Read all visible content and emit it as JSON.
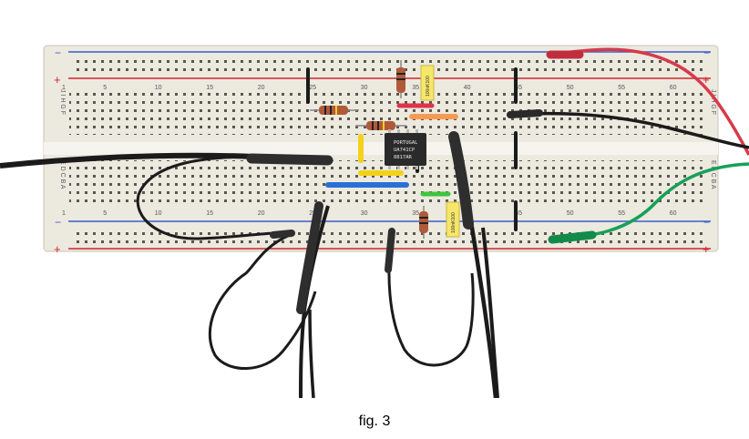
{
  "figure": {
    "caption": "fig. 3"
  },
  "breadboard": {
    "column_numbers": [
      "1",
      "5",
      "10",
      "15",
      "20",
      "25",
      "30",
      "35",
      "40",
      "45",
      "50",
      "55",
      "60"
    ],
    "top_row_letters": "J I H G F",
    "bottom_row_letters": "E D C B A",
    "rail_minus": "−",
    "rail_plus": "+"
  },
  "ic_chip": {
    "lines": [
      "PORTUGAL",
      "UA741CP",
      "8817AR"
    ]
  },
  "capacitors": [
    {
      "label": "100nK100"
    },
    {
      "label": "100nK100"
    }
  ],
  "colors": {
    "board": "#ece9df",
    "rail_blue": "#3a5fc8",
    "rail_red": "#d0262c",
    "wire_red": "#d63a4a",
    "wire_black": "#1b1b1b",
    "wire_green": "#16a058",
    "jumper_yellow": "#f2d21a",
    "jumper_blue": "#2a6fd6",
    "jumper_orange": "#f59a52",
    "jumper_green": "#3fc43c",
    "capacitor_yellow": "#f6e66a",
    "resistor_body": "#b05a3a"
  }
}
